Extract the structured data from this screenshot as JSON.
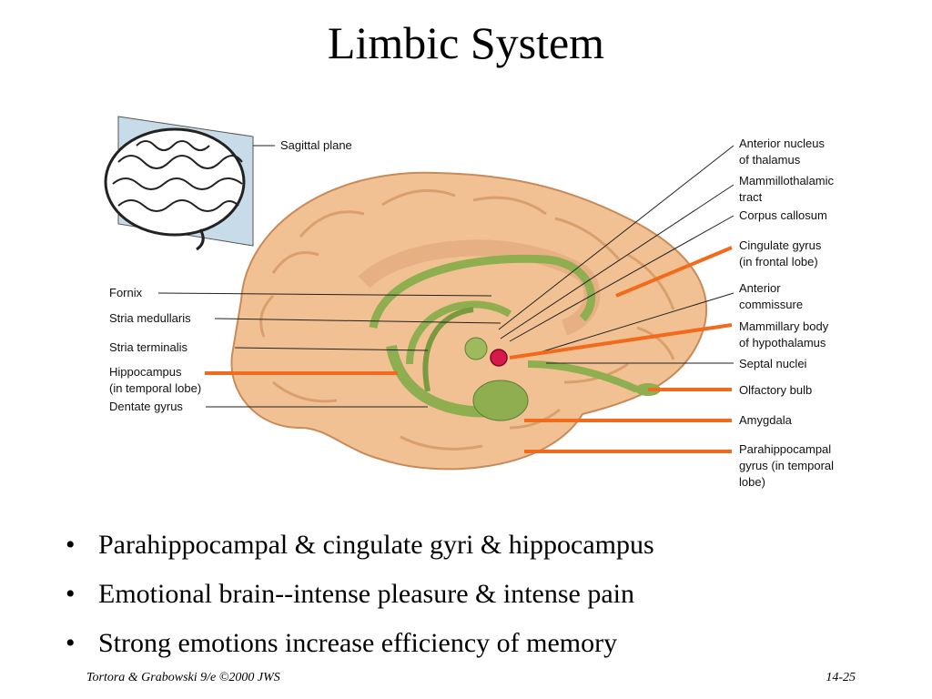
{
  "slide": {
    "title": "Limbic System",
    "bullets": [
      "Parahippocampal & cingulate gyri & hippocampus",
      "Emotional brain--intense pleasure & intense pain",
      "Strong emotions increase efficiency of memory"
    ],
    "bullet_symbol": "•",
    "footer_left": "Tortora & Grabowski 9/e ©2000 JWS",
    "footer_right": "14-25"
  },
  "diagram": {
    "sagittal_label": "Sagittal plane",
    "left_labels": {
      "fornix": "Fornix",
      "stria_medullaris": "Stria medullaris",
      "stria_terminalis": "Stria terminalis",
      "hippocampus_1": "Hippocampus",
      "hippocampus_2": "(in temporal lobe)",
      "dentate_gyrus": "Dentate gyrus"
    },
    "right_labels": {
      "anterior_nucleus_1": "Anterior nucleus",
      "anterior_nucleus_2": "of thalamus",
      "mammillothalamic_1": "Mammillothalamic",
      "mammillothalamic_2": "tract",
      "corpus_callosum": "Corpus callosum",
      "cingulate_1": "Cingulate gyrus",
      "cingulate_2": "(in frontal lobe)",
      "anterior_commissure_1": "Anterior",
      "anterior_commissure_2": "commissure",
      "mammillary_1": "Mammillary body",
      "mammillary_2": "of hypothalamus",
      "septal_nuclei": "Septal nuclei",
      "olfactory_bulb": "Olfactory bulb",
      "amygdala": "Amygdala",
      "parahippocampal_1": "Parahippocampal",
      "parahippocampal_2": "gyrus (in temporal",
      "parahippocampal_3": "lobe)"
    },
    "colors": {
      "brain_fill": "#f1c193",
      "brain_stroke": "#c98a5a",
      "limbic_green": "#8fae4f",
      "highlight_orange": "#f26a1b",
      "mammillary_red": "#d8174a"
    }
  }
}
